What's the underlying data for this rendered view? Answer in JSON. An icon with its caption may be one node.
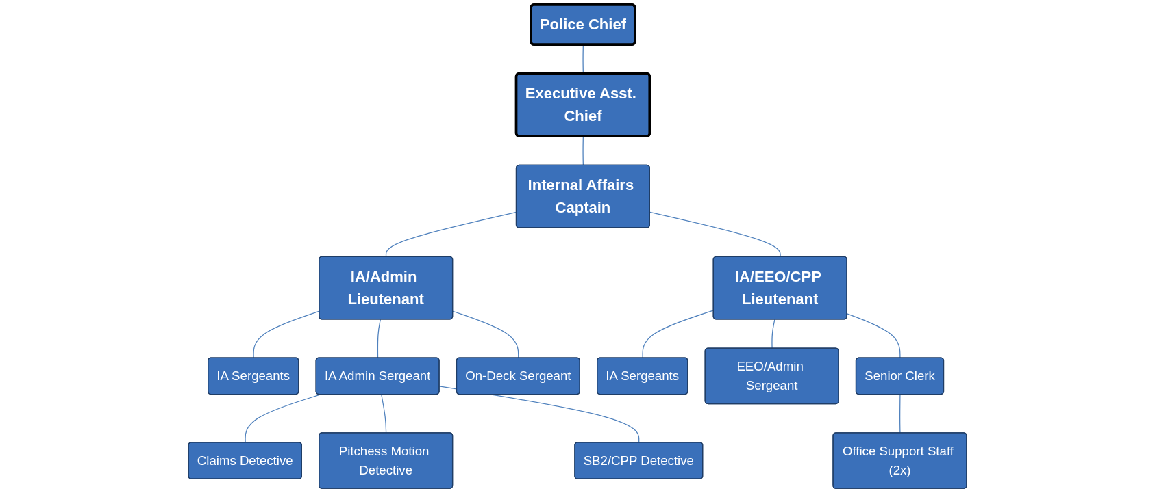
{
  "diagram": {
    "nodes": [
      {
        "text": [
          "Police Chief"
        ]
      },
      {
        "text": [
          "Executive Asst. Chief"
        ]
      },
      {
        "text": [
          "Internal Affairs Captain"
        ]
      },
      {
        "text": [
          "IA/Admin Lieutenant"
        ]
      },
      {
        "text": [
          "IA/EEO/CPP Lieutenant"
        ]
      },
      {
        "text": [
          "IA Sergeants"
        ]
      },
      {
        "text": [
          "IA Admin Sergeant"
        ]
      },
      {
        "text": [
          "On-Deck Sergeant"
        ]
      },
      {
        "text": [
          "IA Sergeants"
        ]
      },
      {
        "text": [
          "EEO/Admin Sergeant"
        ]
      },
      {
        "text": [
          "Senior Clerk"
        ]
      },
      {
        "text": [
          "Claims Detective"
        ]
      },
      {
        "text": [
          "Pitchess Motion Detective"
        ]
      },
      {
        "text": [
          "SB2/CPP Detective"
        ]
      },
      {
        "text": [
          "Office Support Staff (2x)"
        ]
      }
    ],
    "edges": [
      {
        "from": 0,
        "to": 1,
        "arrow": "none"
      },
      {
        "from": 1,
        "to": 2,
        "arrow": "none"
      },
      {
        "from": 2,
        "to": 3,
        "arrow": "none"
      },
      {
        "from": 2,
        "to": 4,
        "arrow": "none"
      },
      {
        "from": 3,
        "to": 5,
        "arrow": "none"
      },
      {
        "from": 3,
        "to": 6,
        "arrow": "none"
      },
      {
        "from": 3,
        "to": 7,
        "arrow": "none"
      },
      {
        "from": 4,
        "to": 8,
        "arrow": "none"
      },
      {
        "from": 4,
        "to": 9,
        "arrow": "none"
      },
      {
        "from": 4,
        "to": 10,
        "arrow": "none"
      },
      {
        "from": 6,
        "to": 11,
        "arrow": "none"
      },
      {
        "from": 6,
        "to": 12,
        "arrow": "none"
      },
      {
        "from": 6,
        "to": 13,
        "arrow": "none"
      },
      {
        "from": 10,
        "to": 14,
        "arrow": "none"
      }
    ]
  }
}
